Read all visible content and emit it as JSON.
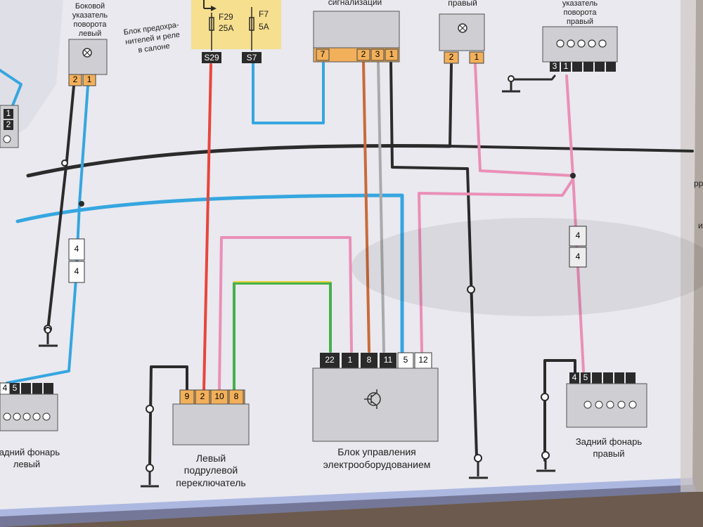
{
  "fuse_block": {
    "label_lines": [
      "Блок предохра-",
      "нителей и реле",
      "в салоне"
    ],
    "fuses": [
      {
        "name": "F29",
        "rating": "25A",
        "connector": "S29"
      },
      {
        "name": "F7",
        "rating": "5A",
        "connector": "S7"
      }
    ]
  },
  "alarm_unit": {
    "title_fragment": "сигнализации",
    "pins": [
      "7",
      "2",
      "3",
      "1"
    ]
  },
  "side_indicator_left": {
    "label_lines": [
      "Боковой",
      "указатель",
      "поворота",
      "левый"
    ],
    "pins": [
      "2",
      "1"
    ]
  },
  "side_indicator_right": {
    "label_lines": [
      "правый"
    ],
    "pins": [
      "2",
      "1"
    ]
  },
  "turn_indicator_right": {
    "label_lines": [
      "указатель",
      "поворота",
      "правый"
    ],
    "pins": [
      "3",
      "1"
    ]
  },
  "connector_left": {
    "pins": [
      "4",
      "4"
    ]
  },
  "connector_right": {
    "pins": [
      "4",
      "4"
    ]
  },
  "rear_lamp_left": {
    "label_lines": [
      "Задний фонарь",
      "левый"
    ],
    "pins": [
      "4",
      "5"
    ]
  },
  "rear_lamp_right": {
    "label_lines": [
      "Задний фонарь",
      "правый"
    ],
    "pins": [
      "4",
      "5"
    ]
  },
  "steering_switch": {
    "label_lines": [
      "Левый",
      "подрулевой",
      "переключатель"
    ],
    "pins": [
      "9",
      "2",
      "10",
      "8"
    ]
  },
  "control_unit": {
    "label_lines": [
      "Блок управления",
      "электрооборудованием"
    ],
    "pins": [
      "22",
      "1",
      "8",
      "11",
      "5",
      "12"
    ]
  },
  "left_edge_connector": {
    "pins": [
      "1",
      "2"
    ]
  },
  "right_edge_text": [
    "рр",
    "и"
  ],
  "colors": {
    "page": "#e9e9ef",
    "fuse_block": "#f6df8e",
    "connector_orange": "#f2b05a",
    "connector_black": "#2a2a2a",
    "component_gray": "#cfcfd3",
    "wire_black": "#2b2b2b",
    "wire_blue": "#36a6e0",
    "wire_red": "#e8453c",
    "wire_pink": "#ea8fb8",
    "wire_brown": "#c96a3a",
    "wire_gray": "#aaaaaa",
    "wire_green": "#46b04a",
    "wire_yellow": "#e6d23a"
  }
}
